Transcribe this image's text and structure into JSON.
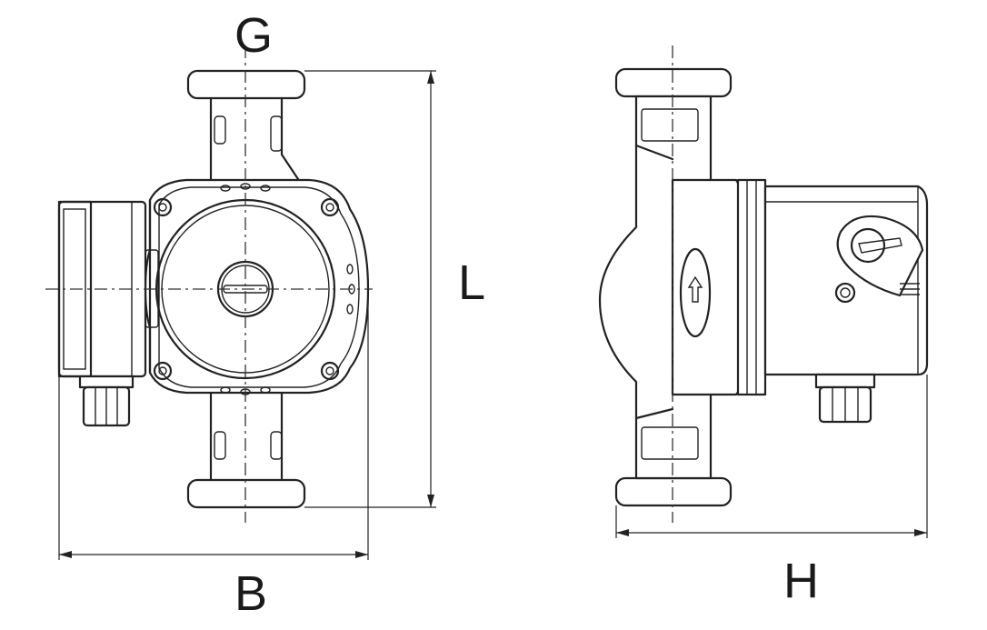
{
  "dimensions": {
    "g": "G",
    "l": "L",
    "b": "B",
    "h": "H"
  },
  "colors": {
    "line": "#222222",
    "background": "#ffffff"
  }
}
